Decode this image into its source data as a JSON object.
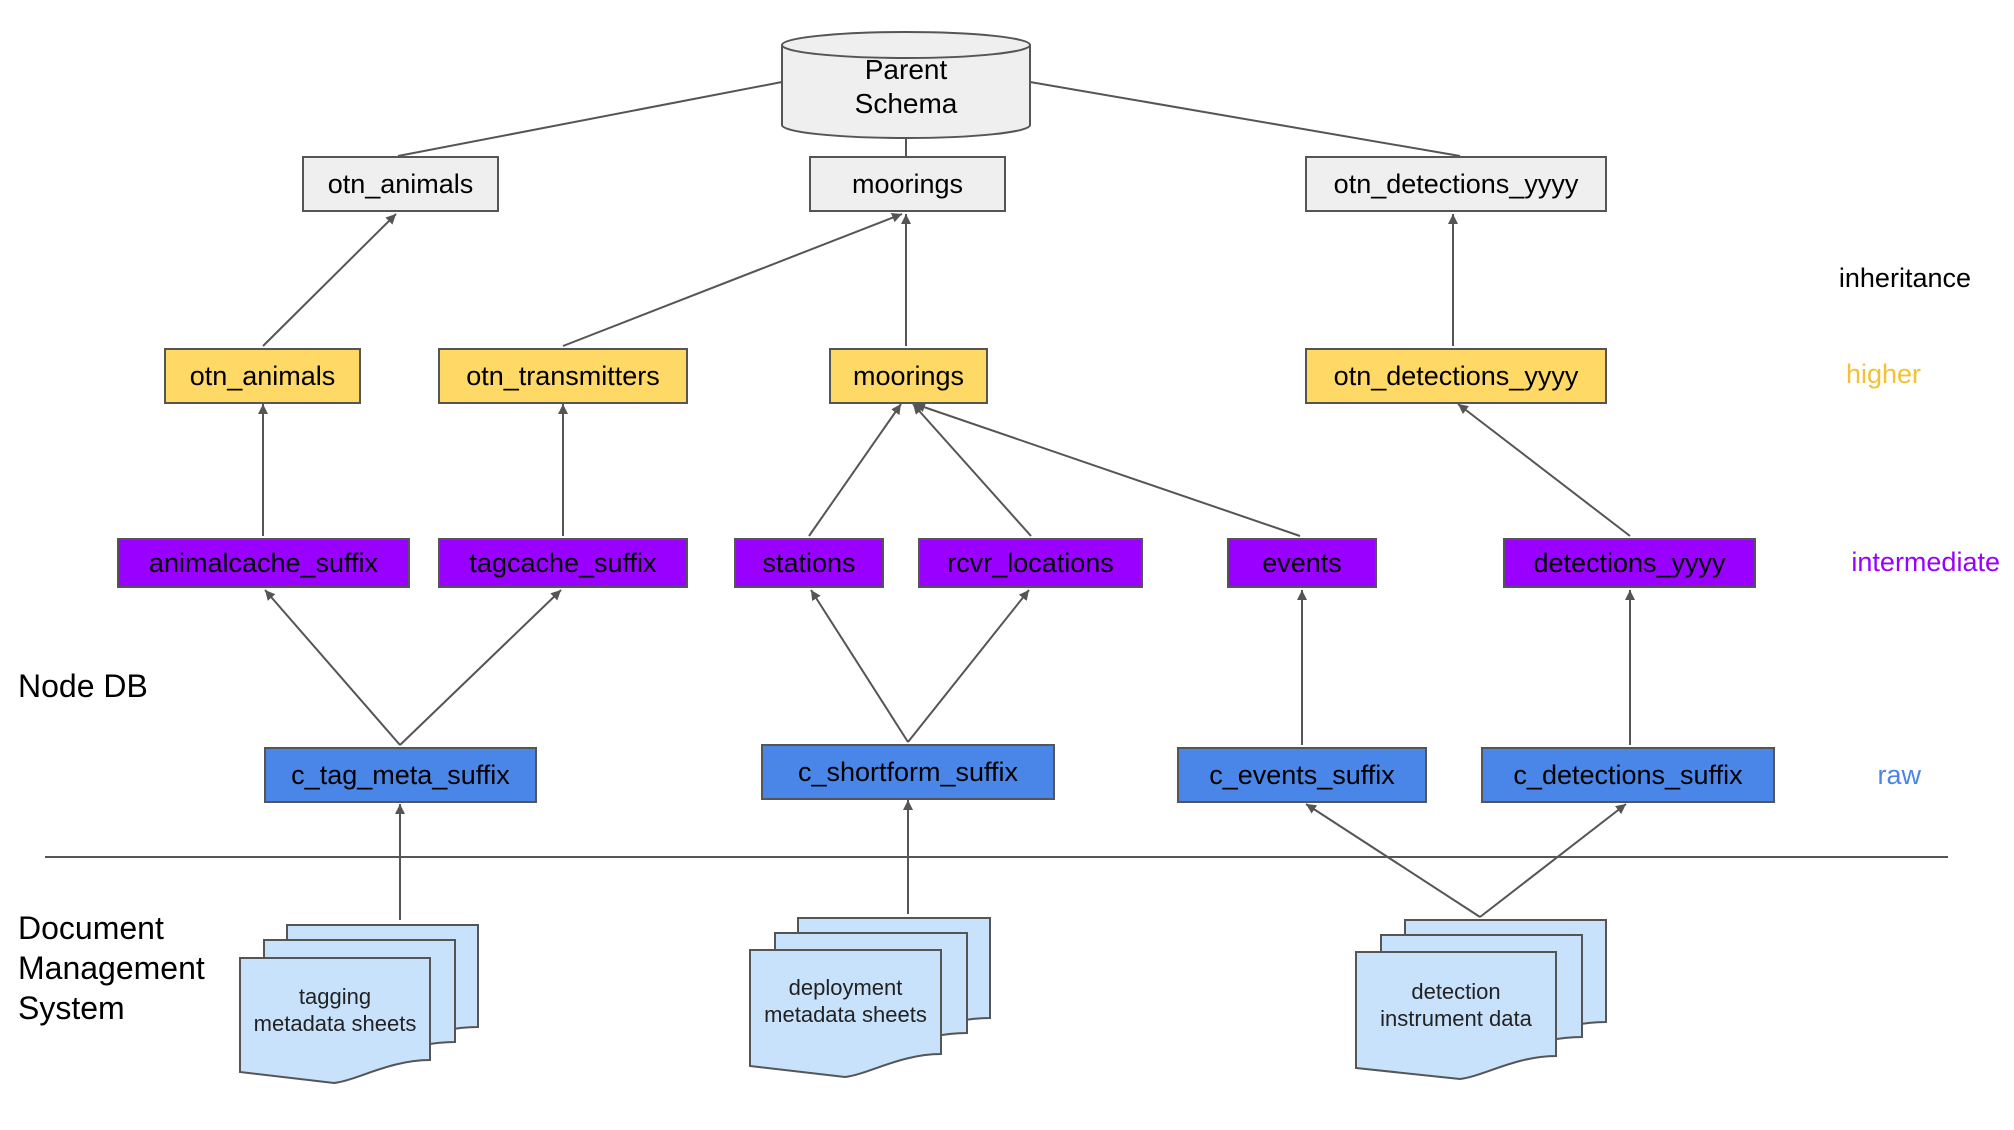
{
  "parent_schema": {
    "line1": "Parent",
    "line2": "Schema"
  },
  "nodes": {
    "top_animals": "otn_animals",
    "top_moorings": "moorings",
    "top_detections": "otn_detections_yyyy",
    "hi_animals": "otn_animals",
    "hi_transmitters": "otn_transmitters",
    "hi_moorings": "moorings",
    "hi_detections": "otn_detections_yyyy",
    "mid_animalcache": "animalcache_suffix",
    "mid_tagcache": "tagcache_suffix",
    "mid_stations": "stations",
    "mid_rcvr": "rcvr_locations",
    "mid_events": "events",
    "mid_detections": "detections_yyyy",
    "raw_tag_meta": "c_tag_meta_suffix",
    "raw_shortform": "c_shortform_suffix",
    "raw_events": "c_events_suffix",
    "raw_detections": "c_detections_suffix"
  },
  "tiers": {
    "inheritance": "inheritance",
    "higher": "higher",
    "intermediate": "intermediate",
    "raw": "raw"
  },
  "sections": {
    "node_db": "Node DB",
    "dms_line1": "Document",
    "dms_line2": "Management",
    "dms_line3": "System"
  },
  "documents": {
    "tagging": {
      "line1": "tagging",
      "line2": "metadata sheets"
    },
    "deployment": {
      "line1": "deployment",
      "line2": "metadata sheets"
    },
    "detection": {
      "line1": "detection",
      "line2": "instrument data"
    }
  },
  "colors": {
    "gray": "#efefef",
    "yellow": "#ffd966",
    "purple": "#9900ff",
    "blue": "#4a86e8",
    "doc_fill": "#c9e2fb",
    "higher_label": "#f1c232",
    "intermediate_label": "#9900ff",
    "raw_label": "#4a86e8"
  }
}
